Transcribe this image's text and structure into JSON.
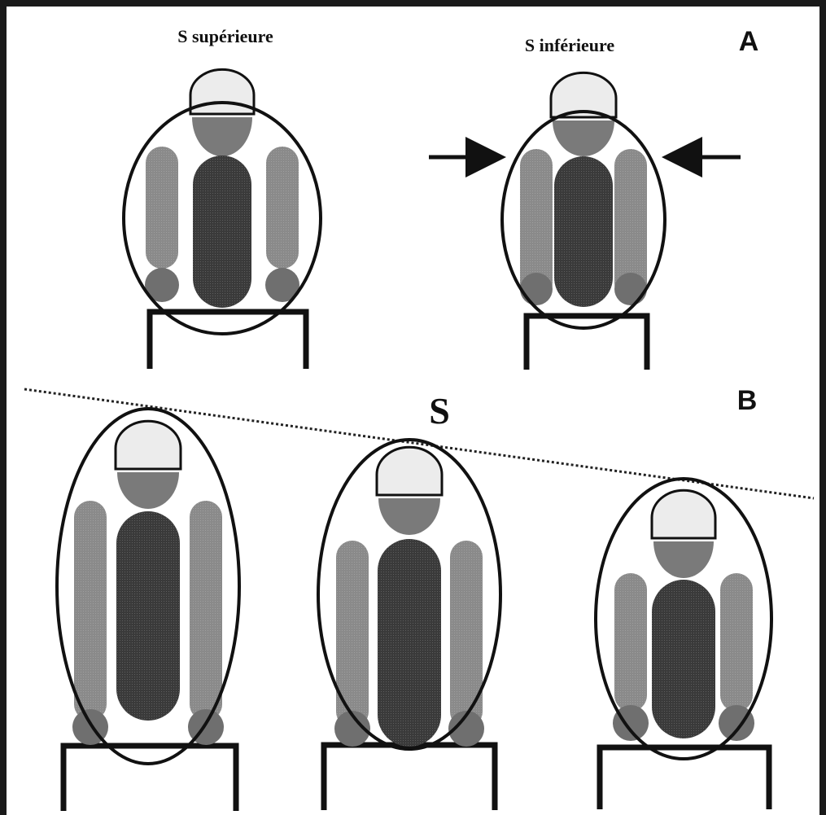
{
  "panel_a": {
    "letter": "A",
    "label_upper": "S supérieure",
    "label_lower": "S inférieure"
  },
  "panel_b": {
    "letter": "B",
    "label_s": "S"
  },
  "colors": {
    "background": "#ffffff",
    "frame": "#1a1a1a",
    "ink": "#111111",
    "head_top": "#ececec",
    "head_bottom": "#7a7a7a",
    "limb": "#8a8a8a",
    "trunk": "#3a3a3a",
    "joint": "#6f6f6f"
  }
}
